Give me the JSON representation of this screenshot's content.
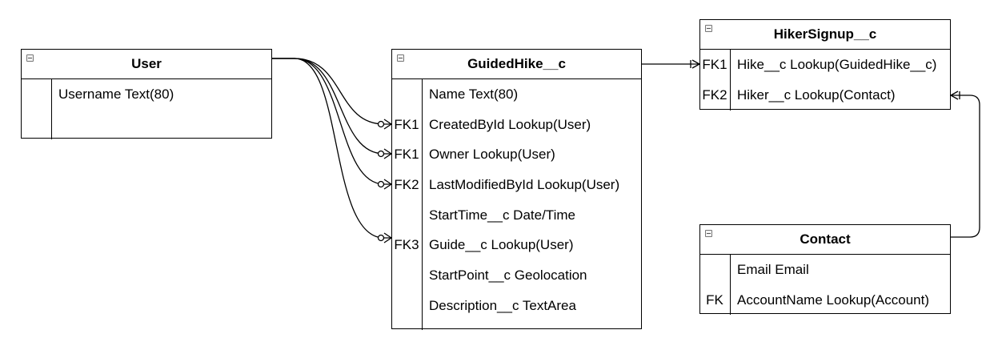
{
  "entities": {
    "user": {
      "title": "User",
      "rows": [
        {
          "key": "",
          "field": "Username Text(80)"
        }
      ]
    },
    "guided_hike": {
      "title": "GuidedHike__c",
      "rows": [
        {
          "key": "",
          "field": "Name Text(80)"
        },
        {
          "key": "FK1",
          "field": "CreatedById Lookup(User)"
        },
        {
          "key": "FK1",
          "field": "Owner Lookup(User)"
        },
        {
          "key": "FK2",
          "field": "LastModifiedById Lookup(User)"
        },
        {
          "key": "",
          "field": "StartTime__c Date/Time"
        },
        {
          "key": "FK3",
          "field": "Guide__c Lookup(User)"
        },
        {
          "key": "",
          "field": "StartPoint__c Geolocation"
        },
        {
          "key": "",
          "field": "Description__c TextArea"
        }
      ]
    },
    "hiker_signup": {
      "title": "HikerSignup__c",
      "rows": [
        {
          "key": "FK1",
          "field": "Hike__c Lookup(GuidedHike__c)"
        },
        {
          "key": "FK2",
          "field": "Hiker__c Lookup(Contact)"
        }
      ]
    },
    "contact": {
      "title": "Contact",
      "rows": [
        {
          "key": "",
          "field": "Email Email"
        },
        {
          "key": "FK",
          "field": "AccountName Lookup(Account)"
        }
      ]
    }
  }
}
